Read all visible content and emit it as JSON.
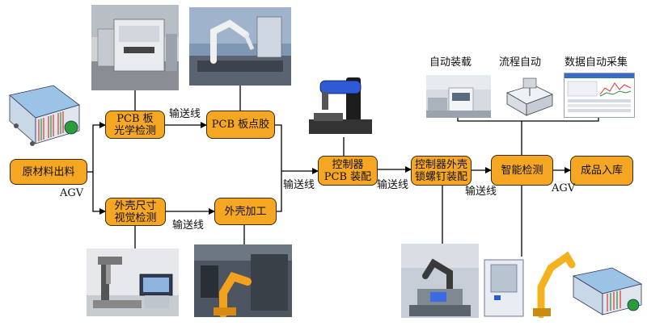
{
  "nodes": {
    "raw": "原材料出料",
    "pcb_optical": {
      "line1": "PCB 板",
      "line2": "光学检测"
    },
    "pcb_glue": "PCB 板点胶",
    "shell_size": {
      "line1": "外壳尺寸",
      "line2": "视觉检测"
    },
    "shell_proc": "外壳加工",
    "ctrl_pcb": {
      "line1": "控制器",
      "line2": "PCB 装配"
    },
    "ctrl_shell": {
      "line1": "控制器外壳",
      "line2": "锁螺钉装配"
    },
    "smart_test": "智能检测",
    "storage": "成品入库"
  },
  "edge_labels": {
    "agv_left": "AGV",
    "conv_top": "输送线",
    "conv_bottom": "输送线",
    "conv_mid1": "输送线",
    "conv_mid2": "输送线",
    "conv_mid3": "输送线",
    "agv_right": "AGV"
  },
  "captions": {
    "auto_load": "自动装载",
    "flow_auto": "流程自动",
    "data_collect": "数据自动采集"
  },
  "colors": {
    "node_fill": "#f5a623",
    "node_border": "#3a2a00",
    "line": "#000000"
  }
}
